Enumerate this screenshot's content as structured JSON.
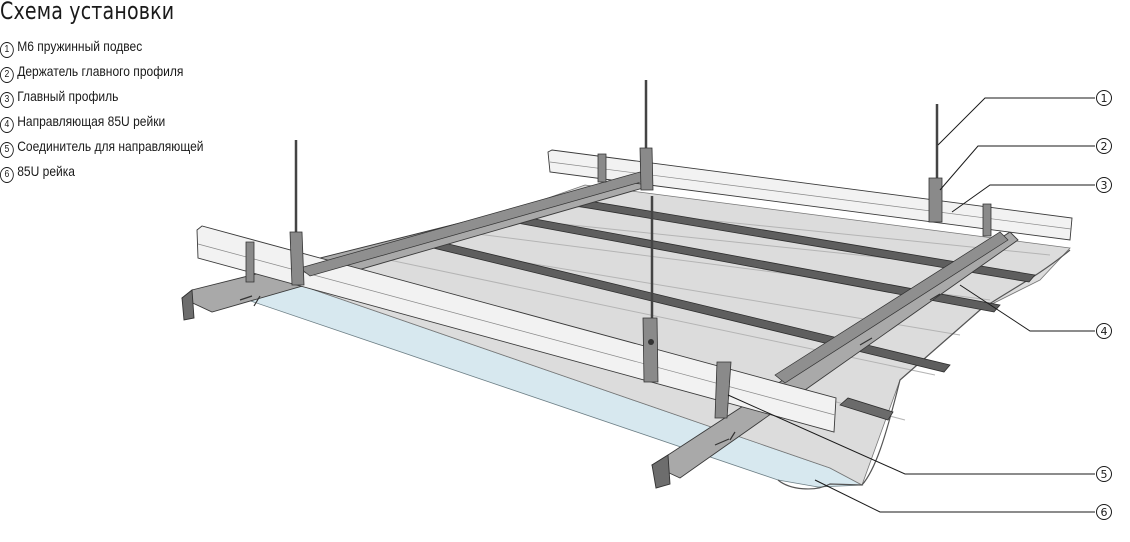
{
  "title": "Схема установки",
  "legend": [
    {
      "num": "1",
      "label": "M6 пружинный подвес"
    },
    {
      "num": "2",
      "label": "Держатель главного профиля"
    },
    {
      "num": "3",
      "label": "Главный профиль"
    },
    {
      "num": "4",
      "label": "Направляющая 85U рейки"
    },
    {
      "num": "5",
      "label": "Соединитель для направляющей"
    },
    {
      "num": "6",
      "label": "85U рейка"
    }
  ],
  "callouts": [
    "1",
    "2",
    "3",
    "4",
    "5",
    "6"
  ],
  "colors": {
    "panel": "#d7e8ef",
    "panel_grey": "#dcdcdc",
    "profile_white": "#f2f2f2",
    "profile_dark": "#a9a9a9",
    "rail": "#5e5e5e",
    "outline": "#3a3a3a"
  }
}
